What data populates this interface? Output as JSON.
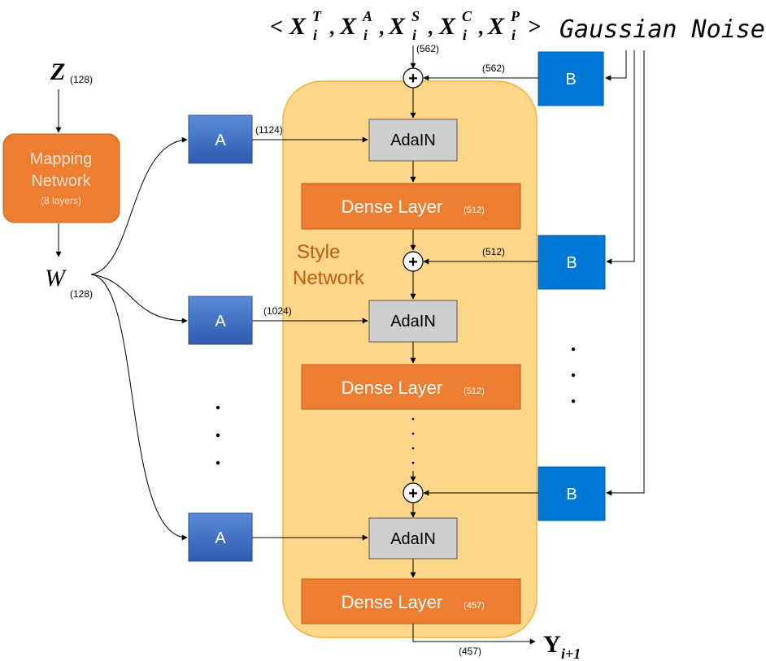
{
  "colors": {
    "style_panel": "#FDD689",
    "style_panel_border": "#F2B43C",
    "orange_block": "#ED7D31",
    "orange_block_border": "#C05F18",
    "blue_A": "#4472C4",
    "blue_B": "#0078D7",
    "gray_adain": "#D0CECE",
    "style_text": "#C55A11",
    "mapping_sub": "#FBE2D0"
  },
  "inputs": {
    "z_label": "Z",
    "z_sub": "(128)",
    "w_label": "W",
    "w_sub": "(128)",
    "top_input": {
      "open": "<",
      "terms": [
        {
          "base": "X",
          "sup": "T",
          "sub": "i"
        },
        {
          "base": "X",
          "sup": "A",
          "sub": "i"
        },
        {
          "base": "X",
          "sup": "S",
          "sub": "i"
        },
        {
          "base": "X",
          "sup": "C",
          "sub": "i"
        },
        {
          "base": "X",
          "sup": "P",
          "sub": "i"
        }
      ],
      "separator": ",",
      "close": ">"
    },
    "noise_label": "Gaussian Noise"
  },
  "mapping": {
    "line1": "Mapping",
    "line2": "Network",
    "line3": "(8 layers)"
  },
  "style_network": {
    "line1": "Style",
    "line2": "Network"
  },
  "blocks": {
    "a_label": "A",
    "b_label": "B",
    "adain_label": "AdaIN",
    "dense_label": "Dense Layer",
    "plus": "+"
  },
  "dims": {
    "top_in": "(562)",
    "b1": "(562)",
    "a1": "(1124)",
    "dense1": "(512)",
    "b2": "(512)",
    "a2": "(1024)",
    "dense2": "(512)",
    "dense3": "(457)",
    "output": "(457)"
  },
  "output": {
    "base": "Y",
    "sub": "i+1"
  },
  "ellipsis": "·"
}
